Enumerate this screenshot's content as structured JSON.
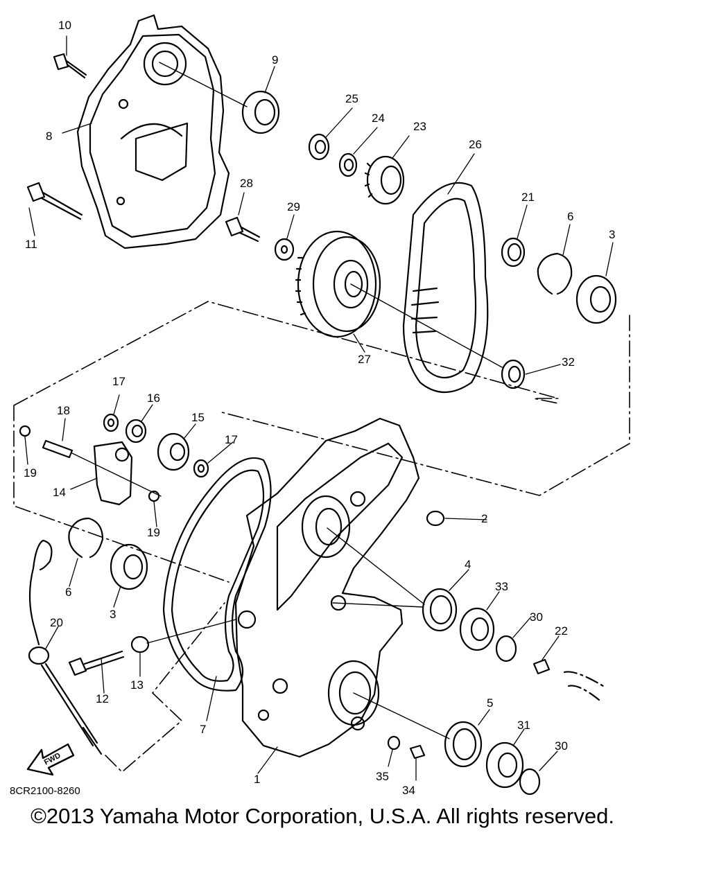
{
  "diagram_code": "8CR2100-8260",
  "fwd_label": "FWD",
  "copyright": "©2013 Yamaha Motor Corporation, U.S.A. All rights reserved.",
  "callouts": [
    "1",
    "2",
    "3",
    "4",
    "5",
    "6",
    "7",
    "8",
    "9",
    "10",
    "11",
    "12",
    "13",
    "14",
    "15",
    "16",
    "17",
    "18",
    "19",
    "20",
    "21",
    "22",
    "23",
    "24",
    "25",
    "26",
    "27",
    "28",
    "29",
    "30",
    "31",
    "32",
    "33",
    "34",
    "35"
  ],
  "labels": {
    "n10": "10",
    "n9": "9",
    "n8": "8",
    "n11": "11",
    "n25": "25",
    "n24": "24",
    "n23": "23",
    "n26": "26",
    "n28": "28",
    "n29": "29",
    "n21": "21",
    "n6a": "6",
    "n3a": "3",
    "n27": "27",
    "n32": "32",
    "n17a": "17",
    "n16": "16",
    "n18": "18",
    "n15": "15",
    "n17b": "17",
    "n19a": "19",
    "n14": "14",
    "n19b": "19",
    "n2": "2",
    "n6b": "6",
    "n3b": "3",
    "n4": "4",
    "n33": "33",
    "n30a": "30",
    "n22": "22",
    "n20": "20",
    "n12": "12",
    "n13": "13",
    "n7": "7",
    "n5": "5",
    "n31": "31",
    "n30b": "30",
    "n35": "35",
    "n34": "34",
    "n1": "1"
  }
}
